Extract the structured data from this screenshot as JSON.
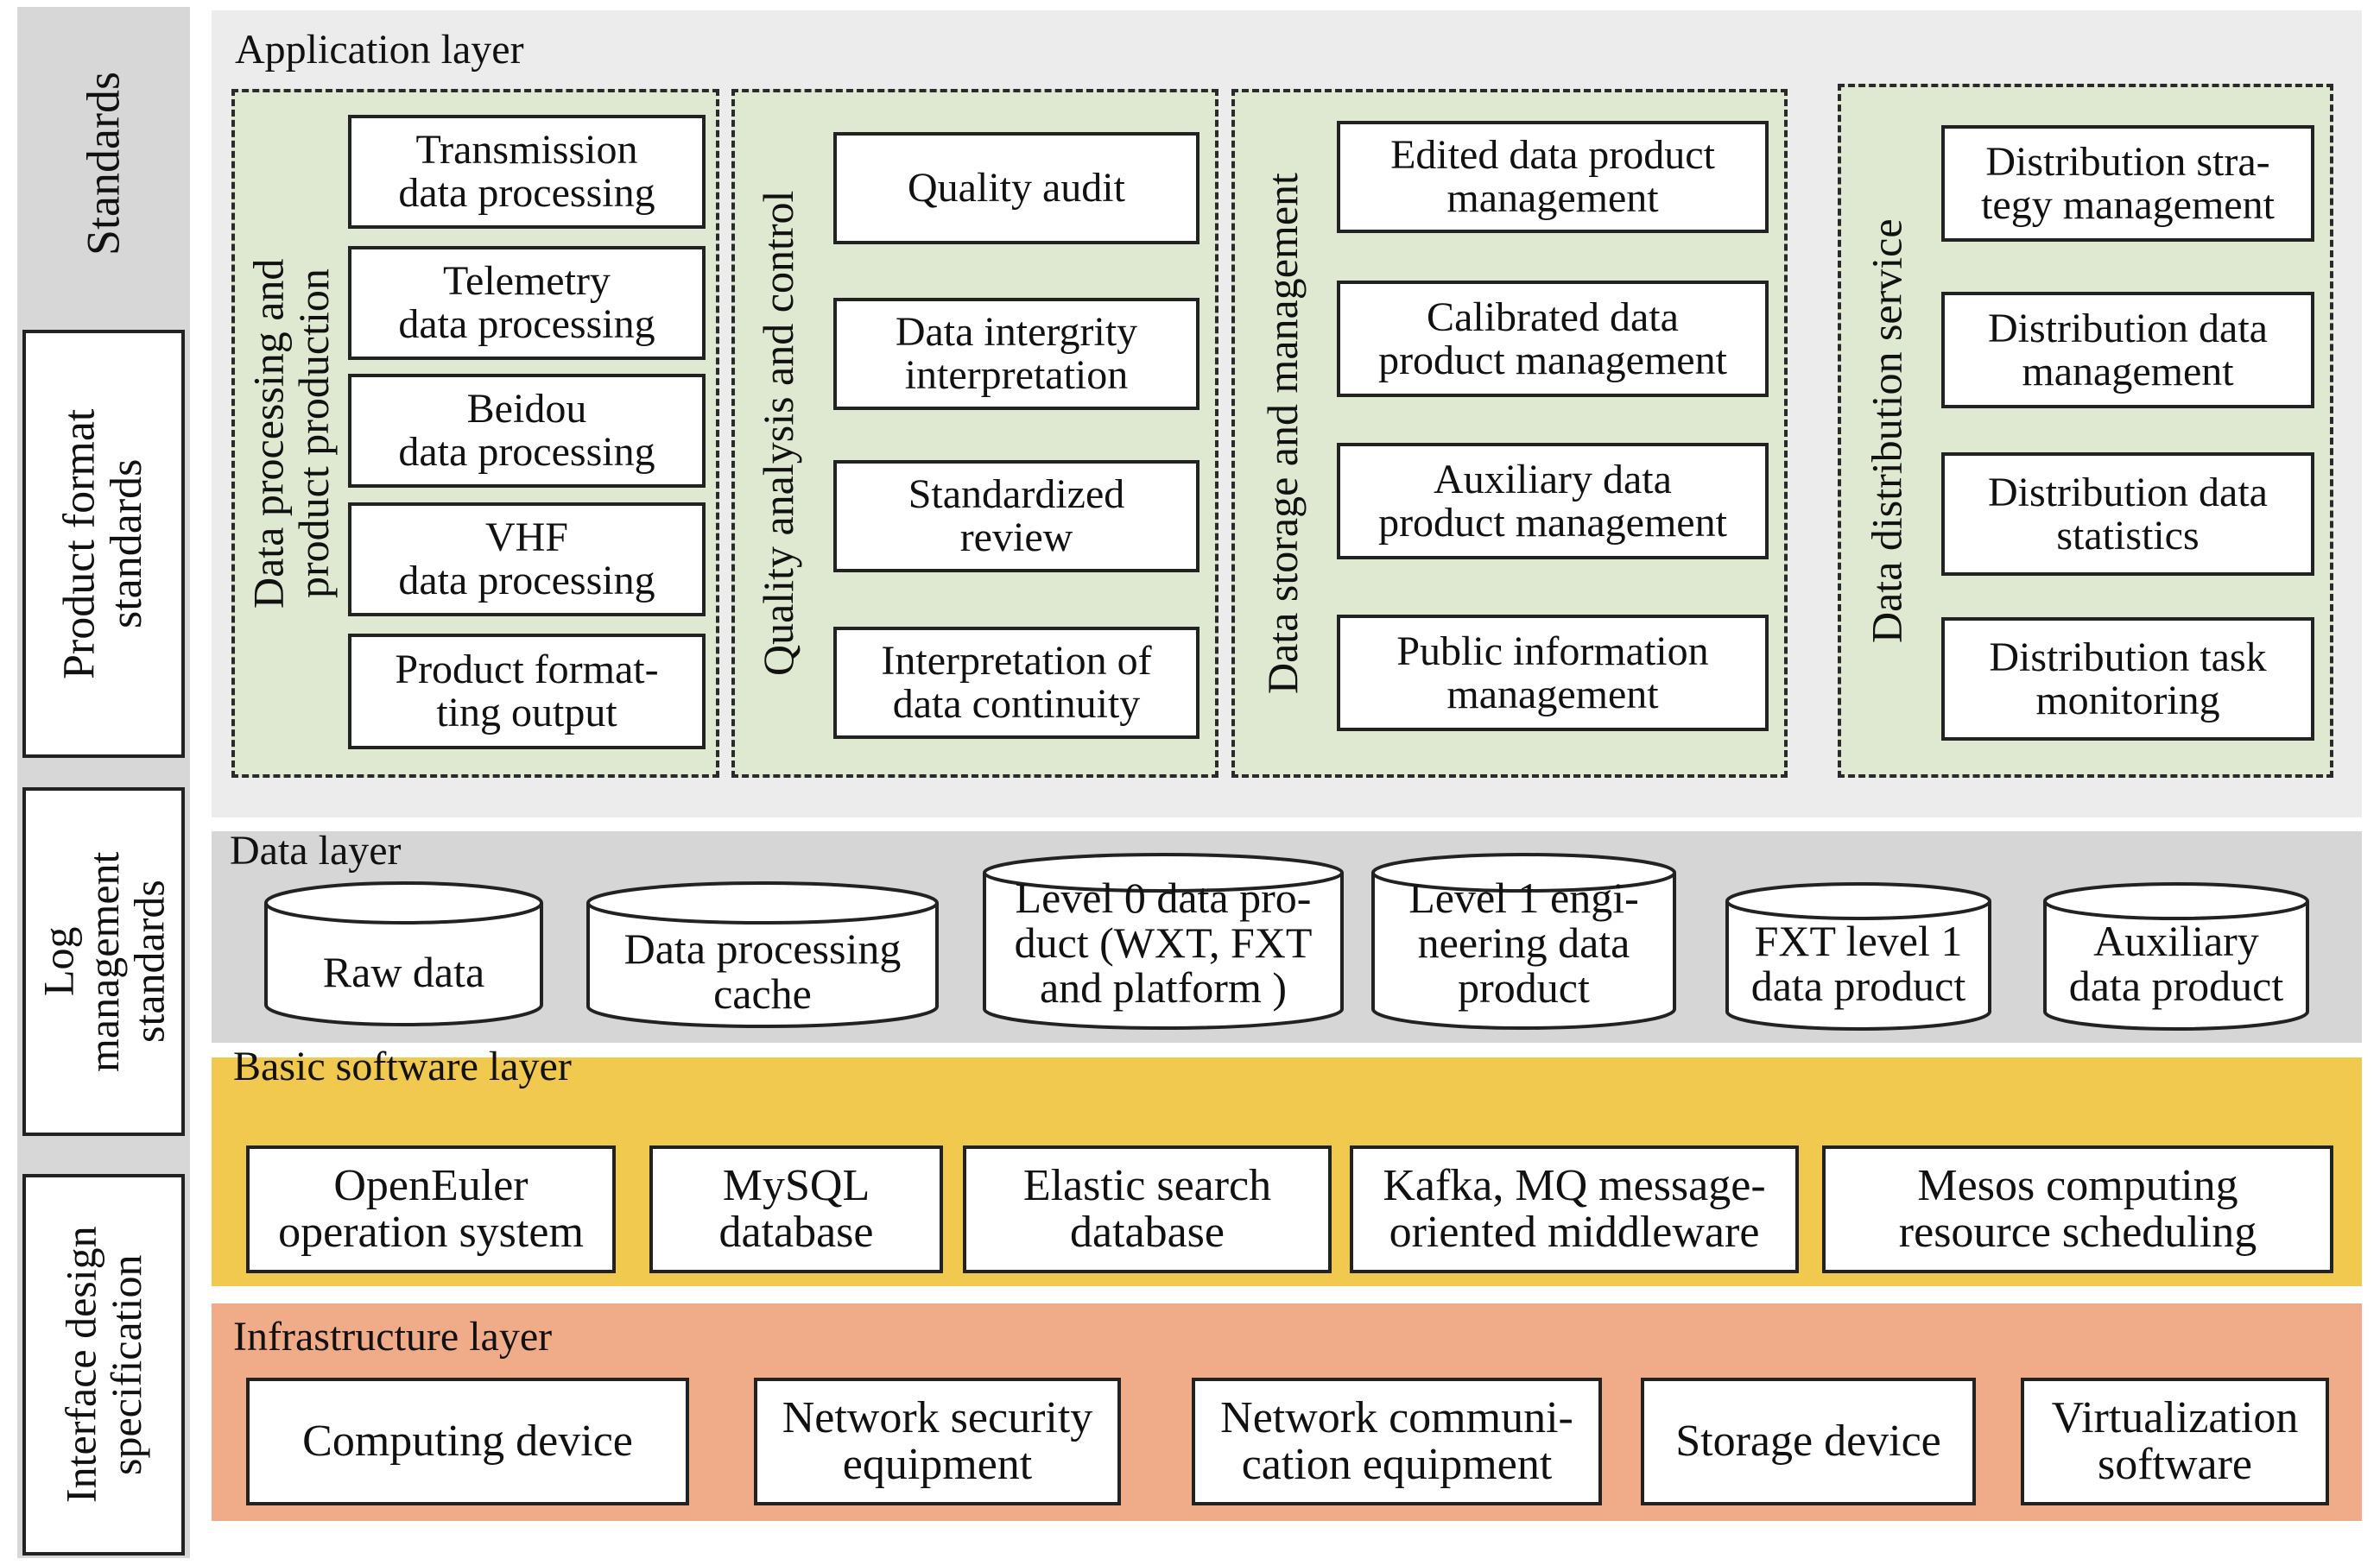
{
  "standards": {
    "items": [
      {
        "label": "Standards"
      },
      {
        "label": "Product format\nstandards"
      },
      {
        "label": "Log\nmanagement\nstandards"
      },
      {
        "label": "Interface design\nspecification"
      }
    ]
  },
  "application_layer": {
    "title": "Application layer",
    "groups": [
      {
        "title": "Data processing and\nproduct production",
        "items": [
          "Transmission\ndata processing",
          "Telemetry\ndata processing",
          "Beidou\ndata processing",
          "VHF\ndata processing",
          "Product format-\nting output"
        ]
      },
      {
        "title": "Quality analysis and control",
        "items": [
          "Quality audit",
          "Data intergrity\ninterpretation",
          "Standardized\nreview",
          "Interpretation of\ndata continuity"
        ]
      },
      {
        "title": "Data storage and management",
        "items": [
          "Edited data product\nmanagement",
          "Calibrated data\nproduct management",
          "Auxiliary data\nproduct management",
          "Public information\nmanagement"
        ]
      },
      {
        "title": "Data distribution service",
        "items": [
          "Distribution stra-\ntegy management",
          "Distribution data\nmanagement",
          "Distribution data\nstatistics",
          "Distribution task\nmonitoring"
        ]
      }
    ]
  },
  "data_layer": {
    "title": "Data layer",
    "items": [
      "Raw data",
      "Data processing\ncache",
      "Level 0 data pro-\nduct (WXT, FXT\nand platform )",
      "Level 1 engi-\nneering data\nproduct",
      "FXT level 1\ndata product",
      "Auxiliary\ndata product"
    ]
  },
  "software_layer": {
    "title": "Basic software layer",
    "items": [
      "OpenEuler\noperation system",
      "MySQL\ndatabase",
      "Elastic search\ndatabase",
      "Kafka, MQ message-\noriented middleware",
      "Mesos computing\nresource scheduling"
    ]
  },
  "infrastructure_layer": {
    "title": "Infrastructure layer",
    "items": [
      "Computing device",
      "Network security\nequipment",
      "Network communi-\ncation equipment",
      "Storage device",
      "Virtualization\nsoftware"
    ]
  },
  "colors": {
    "application_bg": "#ececec",
    "group_bg": "#dfe9d1",
    "data_bg": "#d6d6d6",
    "software_bg": "#f2c94f",
    "infrastructure_bg": "#f0ab88",
    "standards_bg": "#d7d7d7"
  }
}
